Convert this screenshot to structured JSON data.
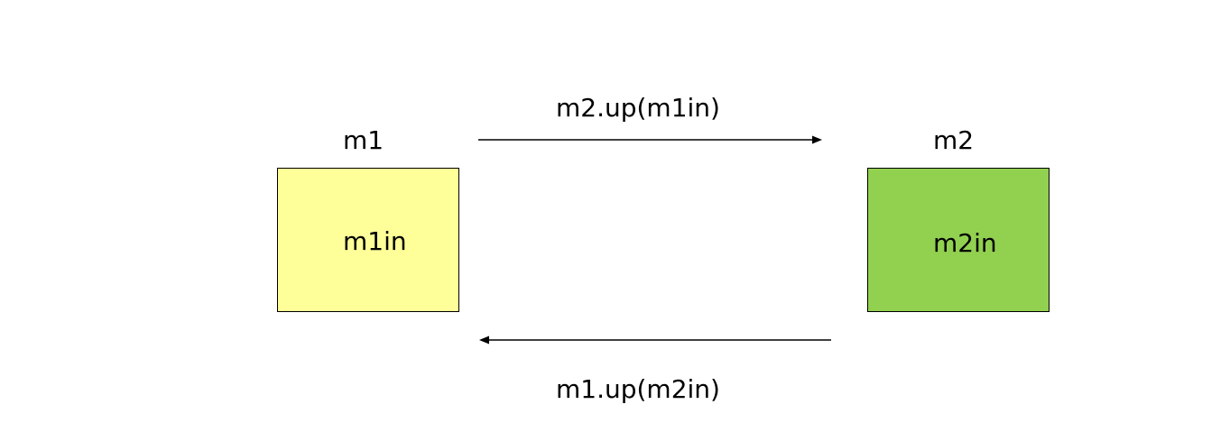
{
  "diagram": {
    "nodes": [
      {
        "id": "m1",
        "title": "m1",
        "content": "m1in",
        "fill": "#FFFF99"
      },
      {
        "id": "m2",
        "title": "m2",
        "content": "m2in",
        "fill": "#92D050"
      }
    ],
    "edges": [
      {
        "from": "m1",
        "to": "m2",
        "label": "m2.up(m1in)"
      },
      {
        "from": "m2",
        "to": "m1",
        "label": "m1.up(m2in)"
      }
    ]
  }
}
